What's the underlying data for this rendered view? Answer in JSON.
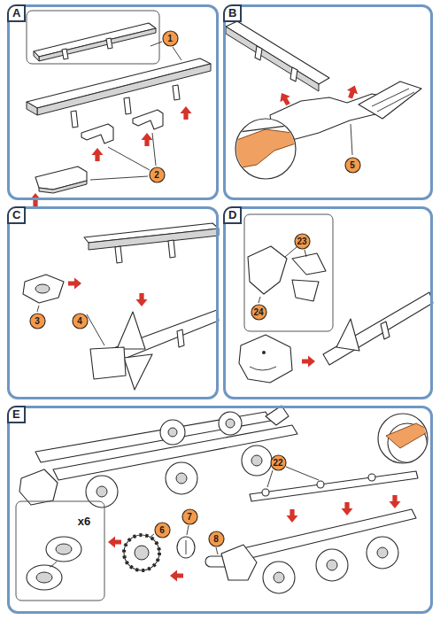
{
  "diagram": {
    "nodes": [
      {
        "text": [
          "A"
        ]
      },
      {
        "text": [
          "1"
        ],
        "in": 0
      },
      {
        "text": [
          "2"
        ],
        "in": 0
      },
      {
        "text": [
          "B"
        ]
      },
      {
        "text": [
          "5"
        ],
        "in": 3
      },
      {
        "text": [
          "C"
        ]
      },
      {
        "text": [
          "3"
        ],
        "in": 5
      },
      {
        "text": [
          "4"
        ],
        "in": 5
      },
      {
        "text": [
          "D"
        ]
      },
      {
        "text": [
          "23"
        ],
        "in": 8
      },
      {
        "text": [
          "24"
        ],
        "in": 8
      },
      {
        "text": [
          "E"
        ]
      },
      {
        "text": [
          "6"
        ],
        "in": 11
      },
      {
        "text": [
          "7"
        ],
        "in": 11
      },
      {
        "text": [
          "8"
        ],
        "in": 11
      },
      {
        "text": [
          "22"
        ],
        "in": 11
      }
    ],
    "labels": [
      "x6"
    ]
  }
}
